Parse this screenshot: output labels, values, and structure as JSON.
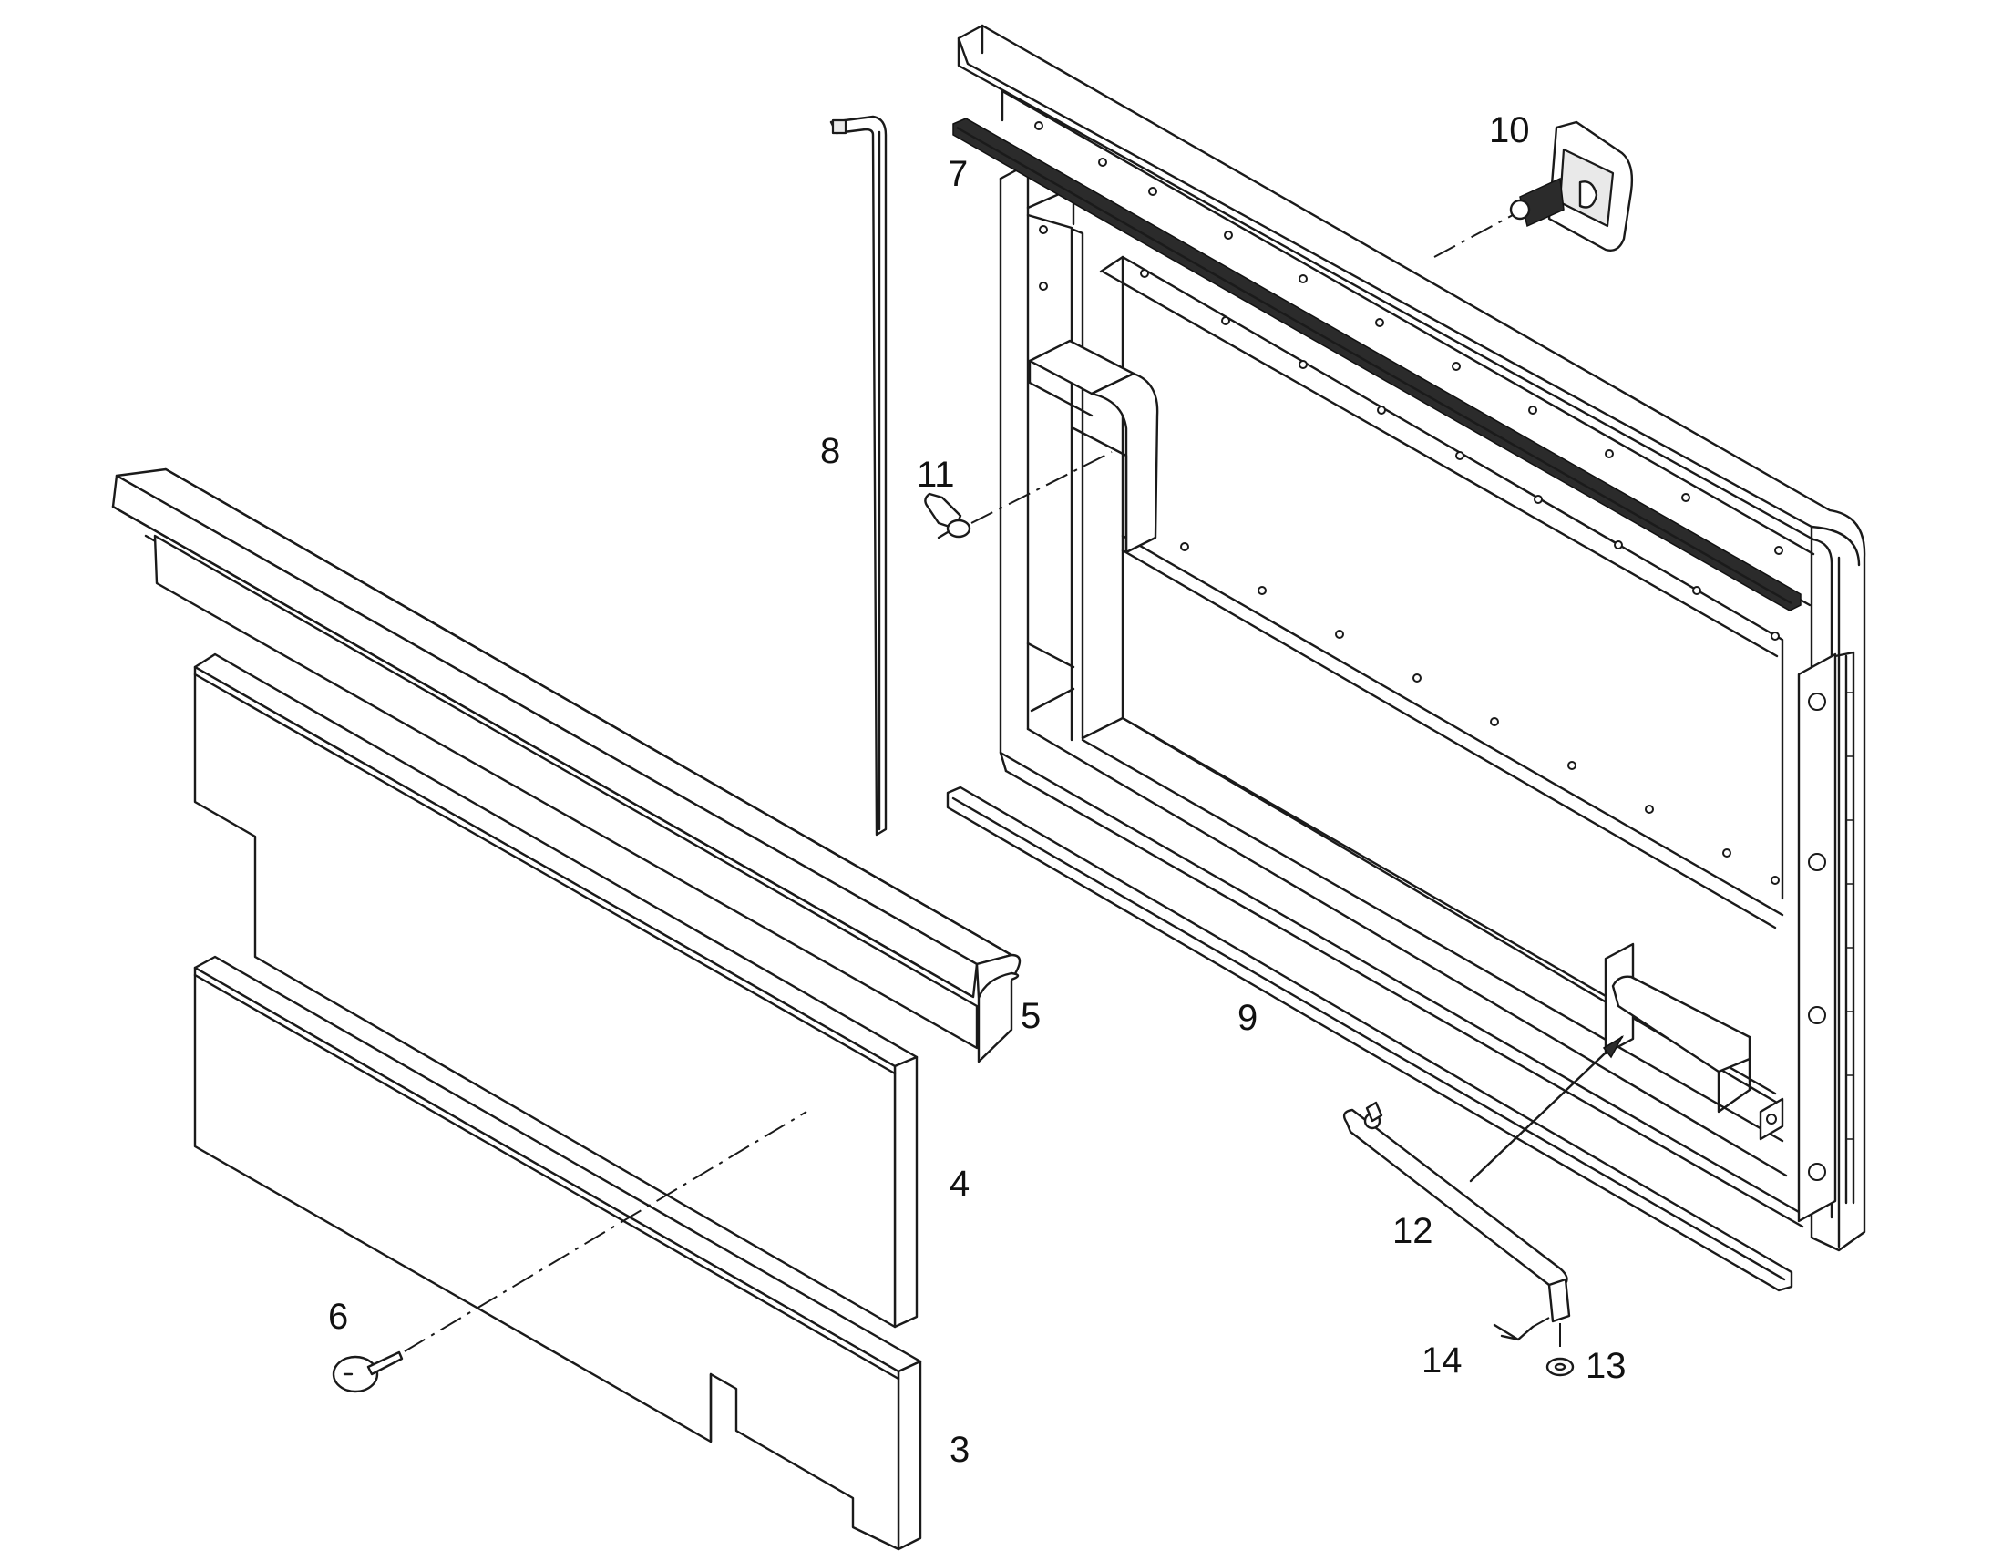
{
  "callouts": [
    {
      "id": "3",
      "label": "3"
    },
    {
      "id": "4",
      "label": "4"
    },
    {
      "id": "5",
      "label": "5"
    },
    {
      "id": "6",
      "label": "6"
    },
    {
      "id": "7",
      "label": "7"
    },
    {
      "id": "8",
      "label": "8"
    },
    {
      "id": "9",
      "label": "9"
    },
    {
      "id": "10",
      "label": "10"
    },
    {
      "id": "11",
      "label": "11"
    },
    {
      "id": "12",
      "label": "12"
    },
    {
      "id": "13",
      "label": "13"
    },
    {
      "id": "14",
      "label": "14"
    }
  ]
}
